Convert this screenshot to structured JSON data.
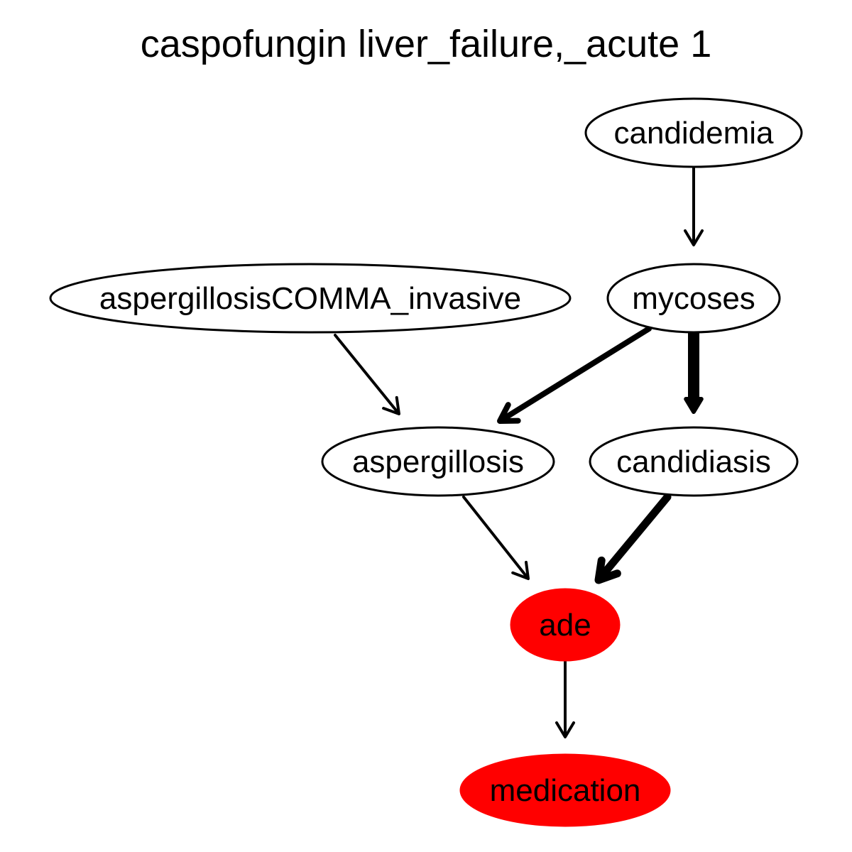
{
  "title": "caspofungin liver_failure,_acute 1",
  "nodes": [
    {
      "id": "candidemia",
      "label": "candidemia",
      "fill": "#ffffff",
      "highlighted": false
    },
    {
      "id": "mycoses",
      "label": "mycoses",
      "fill": "#ffffff",
      "highlighted": false
    },
    {
      "id": "aspergillosisCOMMA_invasive",
      "label": "aspergillosisCOMMA_invasive",
      "fill": "#ffffff",
      "highlighted": false
    },
    {
      "id": "aspergillosis",
      "label": "aspergillosis",
      "fill": "#ffffff",
      "highlighted": false
    },
    {
      "id": "candidiasis",
      "label": "candidiasis",
      "fill": "#ffffff",
      "highlighted": false
    },
    {
      "id": "ade",
      "label": "ade",
      "fill": "#ff0000",
      "highlighted": true
    },
    {
      "id": "medication",
      "label": "medication",
      "fill": "#ff0000",
      "highlighted": true
    }
  ],
  "edges": [
    {
      "from": "candidemia",
      "to": "mycoses",
      "weight": "normal"
    },
    {
      "from": "aspergillosisCOMMA_invasive",
      "to": "aspergillosis",
      "weight": "normal"
    },
    {
      "from": "mycoses",
      "to": "aspergillosis",
      "weight": "medium"
    },
    {
      "from": "mycoses",
      "to": "candidiasis",
      "weight": "heavy"
    },
    {
      "from": "aspergillosis",
      "to": "ade",
      "weight": "normal"
    },
    {
      "from": "candidiasis",
      "to": "ade",
      "weight": "heavy-medium"
    },
    {
      "from": "ade",
      "to": "medication",
      "weight": "normal"
    }
  ]
}
